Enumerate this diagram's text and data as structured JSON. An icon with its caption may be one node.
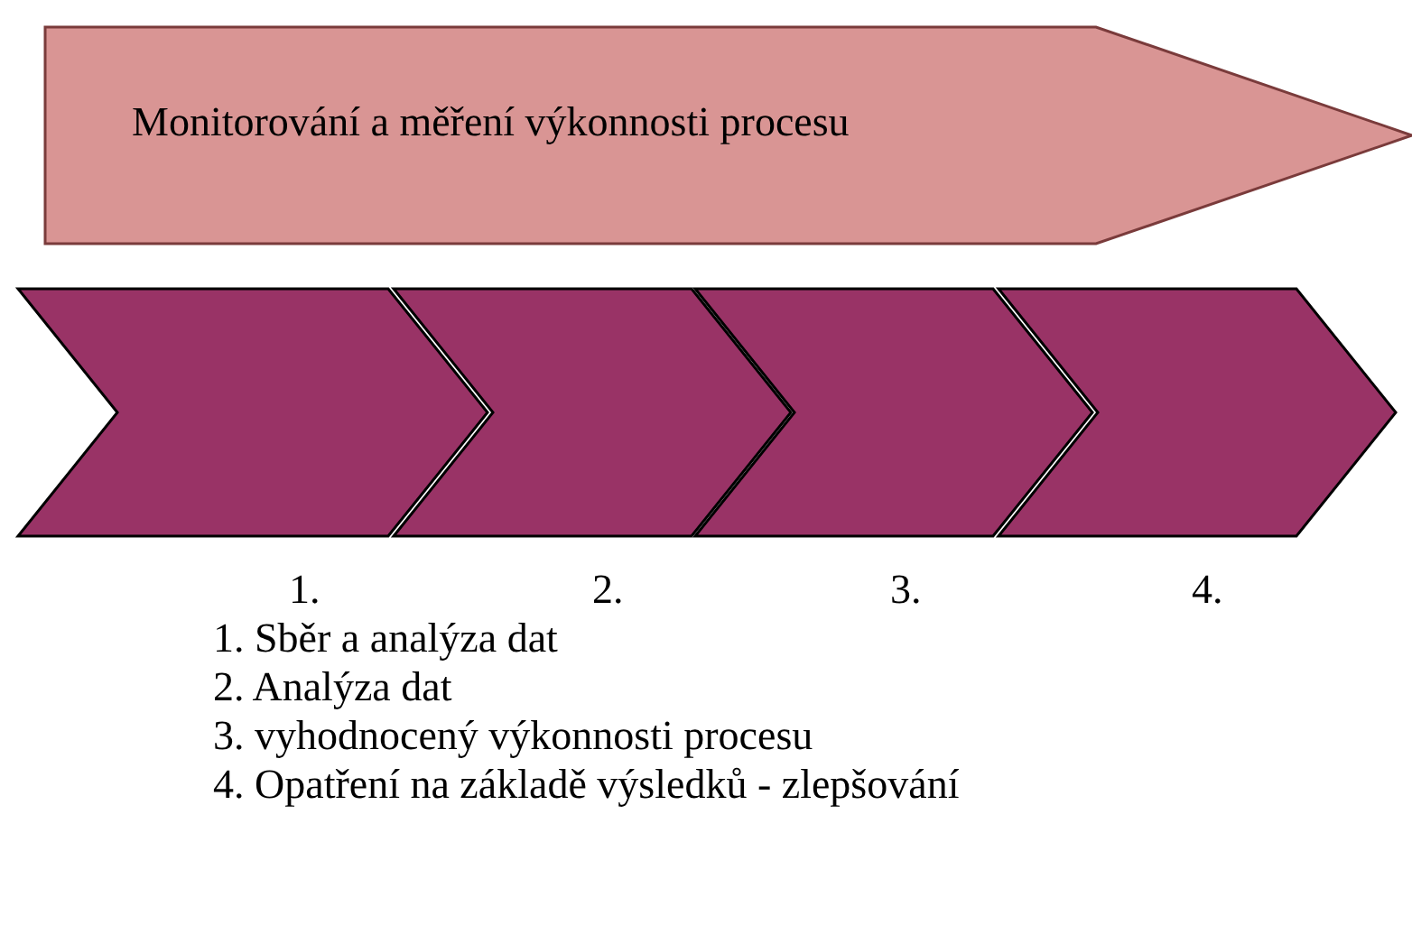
{
  "diagram": {
    "nodes": [
      {
        "text": [
          "Monitorování a měření výkonnosti procesu"
        ]
      },
      {
        "text": [],
        "shape": "chevron",
        "beside": [
          "1."
        ]
      },
      {
        "text": [],
        "shape": "chevron",
        "beside": [
          "2."
        ]
      },
      {
        "text": [],
        "shape": "chevron",
        "beside": [
          "3."
        ]
      },
      {
        "text": [],
        "shape": "chevron",
        "beside": [
          "4."
        ]
      }
    ],
    "labels": [
      "1. Sběr a analýza dat",
      "2. Analýza dat",
      "3. vyhodnocený výkonnosti procesu",
      "4. Opatření na základě výsledků - zlepšování"
    ]
  }
}
